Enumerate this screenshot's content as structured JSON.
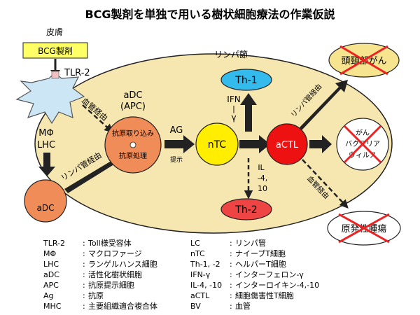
{
  "title": "BCG製剤を単独で用いる樹状細胞療法の作業仮説",
  "skin_label": "皮膚",
  "bcg_box": "BCG製剤",
  "tlr2_label": "TLR-2",
  "mphi_label": "MΦ",
  "lhc_label": "LHC",
  "adc_left": "aDC",
  "lymph_node_label": "リンパ節",
  "blood_vessel_route": "血管経由",
  "lymph_vessel_route_left": "リンパ管経由",
  "adc_main_line1": "aDC",
  "adc_main_line2": "(APC)",
  "antigen_uptake": "抗原取り込み",
  "antigen_processing": "抗原処理",
  "ag_label": "AG",
  "presentation": "提示",
  "ntc": "nTC",
  "ifn_line1": "IFN",
  "ifn_line2": "|",
  "ifn_line3": "γ",
  "th1": "Th-1",
  "il_line1": "IL",
  "il_line2": "-4,",
  "il_line3": "10",
  "th2": "Th-2",
  "actl": "aCTL",
  "lymph_vessel_route_right": "リンパ管経由",
  "blood_vessel_route_right": "血管経由",
  "target_head_neck": "頭頸部がん",
  "target_pathogen_line1": "がん",
  "target_pathogen_line2": "バクテリア",
  "target_pathogen_line3": "ウィルス",
  "target_primary_tumor": "原発性腫瘍",
  "colors": {
    "lymph_node": "#f6e6b0",
    "adc": "#f08c58",
    "ntc": "#ffee00",
    "th1": "#33bbee",
    "th2": "#ee4444",
    "actl": "#ee1111",
    "target_head_neck": "#f7e48e",
    "bcg_box": "#ffff66",
    "cross": "#ee2222"
  },
  "legend_left": [
    {
      "abbr": "TLR-2",
      "sep": ":",
      "desc": "Toll様受容体"
    },
    {
      "abbr": "MΦ",
      "sep": ":",
      "desc": "マクロファージ"
    },
    {
      "abbr": "LHC",
      "sep": ":",
      "desc": "ランゲルハンス細胞"
    },
    {
      "abbr": "aDC",
      "sep": ":",
      "desc": "活性化樹状細胞"
    },
    {
      "abbr": "APC",
      "sep": ":",
      "desc": "抗原提示細胞"
    },
    {
      "abbr": "Ag",
      "sep": ":",
      "desc": "抗原"
    },
    {
      "abbr": "MHC",
      "sep": ":",
      "desc": "主要組織適合複合体"
    }
  ],
  "legend_right": [
    {
      "abbr": "LC",
      "sep": ":",
      "desc": "リンパ管"
    },
    {
      "abbr": "nTC",
      "sep": ":",
      "desc": "ナイーブT細胞"
    },
    {
      "abbr": "Th-1, -2",
      "sep": ":",
      "desc": "ヘルパーT細胞"
    },
    {
      "abbr": "IFN-γ",
      "sep": ":",
      "desc": "インターフェロン-γ"
    },
    {
      "abbr": "IL-4, -10",
      "sep": ":",
      "desc": "インターロイキン-4,-10"
    },
    {
      "abbr": "aCTL",
      "sep": ":",
      "desc": "細胞傷害性T細胞"
    },
    {
      "abbr": "BV",
      "sep": ":",
      "desc": "血管"
    }
  ]
}
